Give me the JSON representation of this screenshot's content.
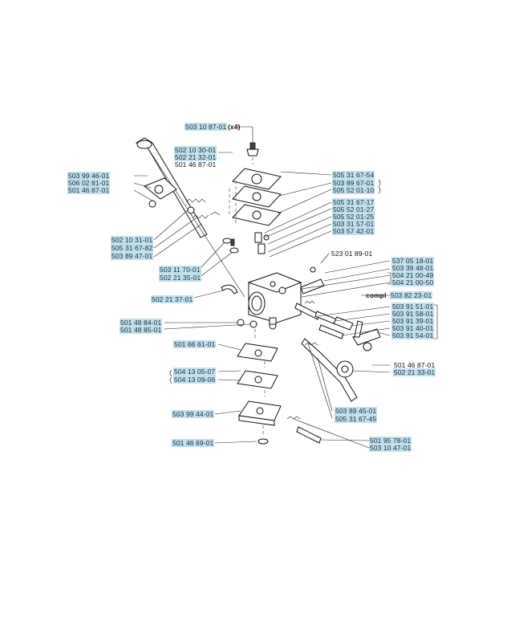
{
  "labels": {
    "l01": "503 10 87-01",
    "l01b": "(x4)",
    "l02": "502 10 30-01",
    "l03": "502 21 32-01",
    "l04": "501 46 87-01",
    "l05": "503 99 46-01",
    "l06": "506 02 81-01",
    "l07": "501 46 87-01",
    "l08": "505 31 67-54",
    "l09": "503 89 67-01",
    "l10": "505 52 01-10",
    "l11": "505 31 67-17",
    "l12": "505 52 01-27",
    "l13": "505 52 01-25",
    "l14": "503 31 57-01",
    "l15": "503 57 42-01",
    "l16": "502 10 31-01",
    "l17": "505 31 67-82",
    "l18": "503 89 47-01",
    "l19": "523 01 89-01",
    "l20": "537 05 18-01",
    "l21": "503 11 70-01",
    "l22": "502 21 35-01",
    "l23": "503 39 48-01",
    "l24": "504 21 00-49",
    "l25": "504 21 00-50",
    "l26": "compl",
    "l26b": "503 82 23-01",
    "l27": "502 21 37-01",
    "l28": "503 91 51-01",
    "l29": "503 91 58-01",
    "l30": "503 91 39-01",
    "l31": "503 91 40-01",
    "l32": "503 91 54-01",
    "l33": "501 48 84-01",
    "l34": "501 48 85-01",
    "l35": "501 66 61-01",
    "l36": "501 46 87-01",
    "l37": "502 21 33-01",
    "l38": "504 13 05-07",
    "l39": "504 13 09-06",
    "l40": "503 89 45-01",
    "l41": "505 31 67-45",
    "l42": "503 99 44-01",
    "l43": "501 95 78-01",
    "l44": "503 10 47-01",
    "l45": "501 46 69-01"
  }
}
